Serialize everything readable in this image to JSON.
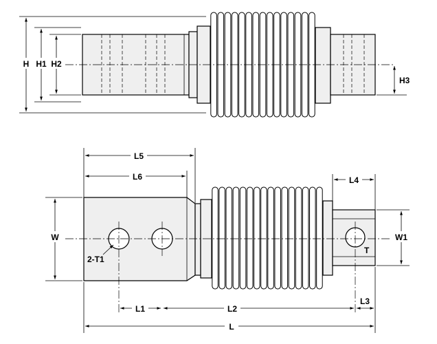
{
  "labels": {
    "H": "H",
    "H1": "H1",
    "H2": "H2",
    "H3": "H3",
    "L5": "L5",
    "L6": "L6",
    "L4": "L4",
    "W": "W",
    "W1": "W1",
    "T1": "2-T1",
    "T": "T",
    "L1": "L1",
    "L2": "L2",
    "L3": "L3",
    "L": "L"
  }
}
